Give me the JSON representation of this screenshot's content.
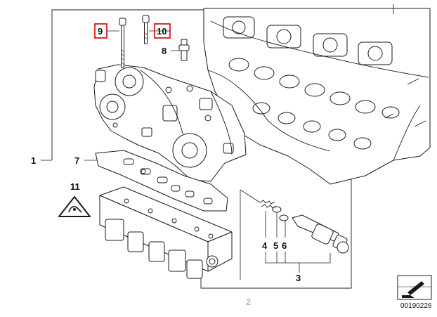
{
  "callouts": {
    "c1": "1",
    "c2": "2",
    "c3": "3",
    "c4": "4",
    "c5": "5",
    "c6": "6",
    "c7": "7",
    "c8": "8",
    "c9": "9",
    "c10": "10",
    "c11": "11"
  },
  "highlighted_callouts": [
    "9",
    "10"
  ],
  "highlight_color": "#cc0000",
  "faded_callouts": [
    "2"
  ],
  "catalog_number": "00190226",
  "icons": {
    "warning_sign": "warning-triangle-icon",
    "catalog_corner": "arrow-down-left-icon"
  }
}
